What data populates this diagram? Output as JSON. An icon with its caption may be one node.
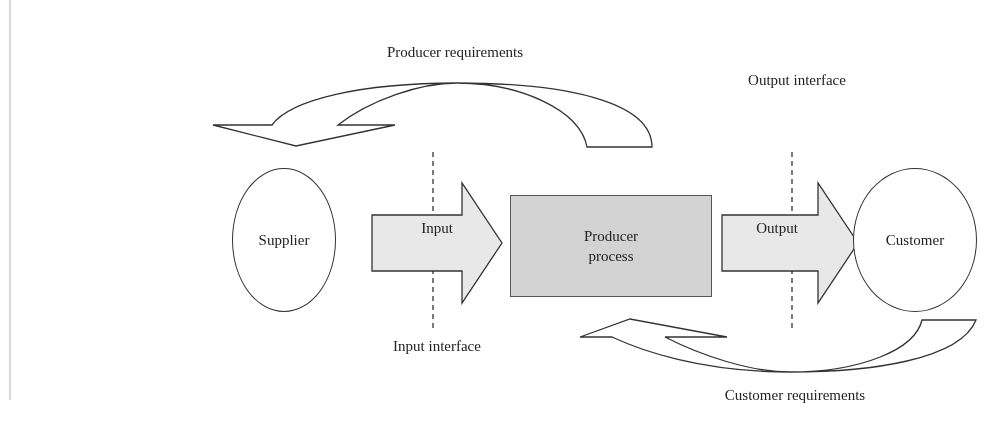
{
  "diagram": {
    "nodes": [
      {
        "text": [
          "Supplier"
        ]
      },
      {
        "text": [
          "Producer process"
        ]
      },
      {
        "text": [
          "Customer"
        ]
      }
    ],
    "edges": [
      {
        "from": 0,
        "to": 1,
        "arrow": "to",
        "label": "Input"
      },
      {
        "from": 1,
        "to": 2,
        "arrow": "to",
        "label": "Output"
      },
      {
        "from": 1,
        "to": 0,
        "arrow": "to",
        "label": "Producer requirements"
      },
      {
        "from": 2,
        "to": 1,
        "arrow": "to",
        "label": "Customer requirements"
      }
    ],
    "labels": [
      "Output interface",
      "Input interface"
    ]
  }
}
